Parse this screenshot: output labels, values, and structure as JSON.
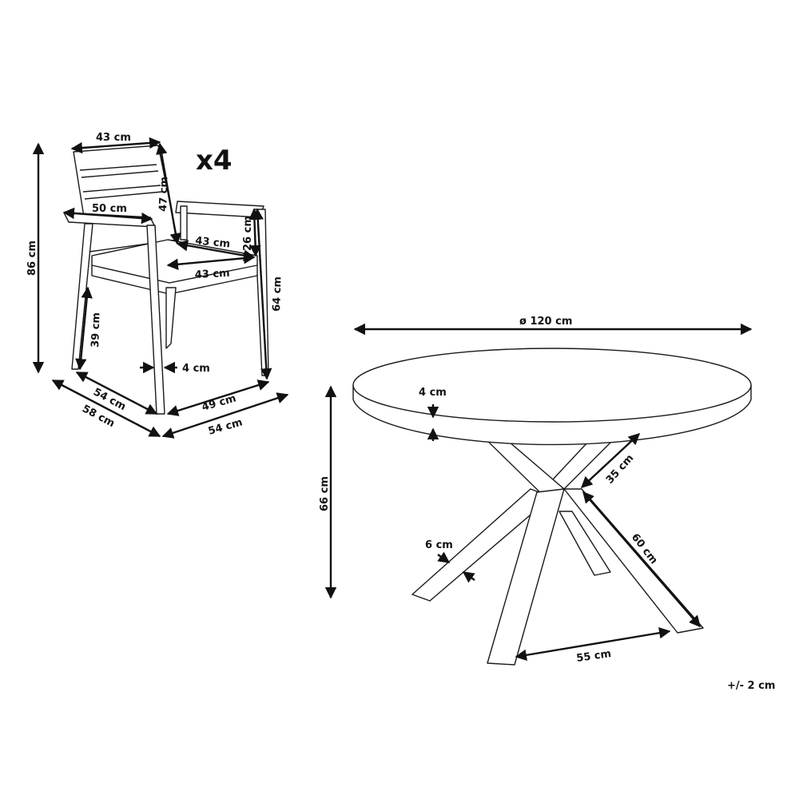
{
  "quantity": "x4",
  "tolerance": "+/- 2 cm",
  "chair": {
    "backrest_width": "43 cm",
    "backrest_height": "47 cm",
    "armrest_length": "50 cm",
    "armrest_height_above_seat": "26 cm",
    "seat_width_back": "43 cm",
    "seat_width_front": "43 cm",
    "total_height": "86 cm",
    "seat_height": "39 cm",
    "armrest_floor_height": "64 cm",
    "leg_thickness": "4 cm",
    "base_depth_inner": "54 cm",
    "base_depth_outer": "58 cm",
    "base_width_inner": "49 cm",
    "base_width_outer": "54 cm"
  },
  "table": {
    "diameter": "ø 120 cm",
    "top_thickness": "4 cm",
    "height": "66 cm",
    "leg_upper": "35 cm",
    "leg_lower": "60 cm",
    "leg_width": "6 cm",
    "foot_spread": "55 cm"
  }
}
